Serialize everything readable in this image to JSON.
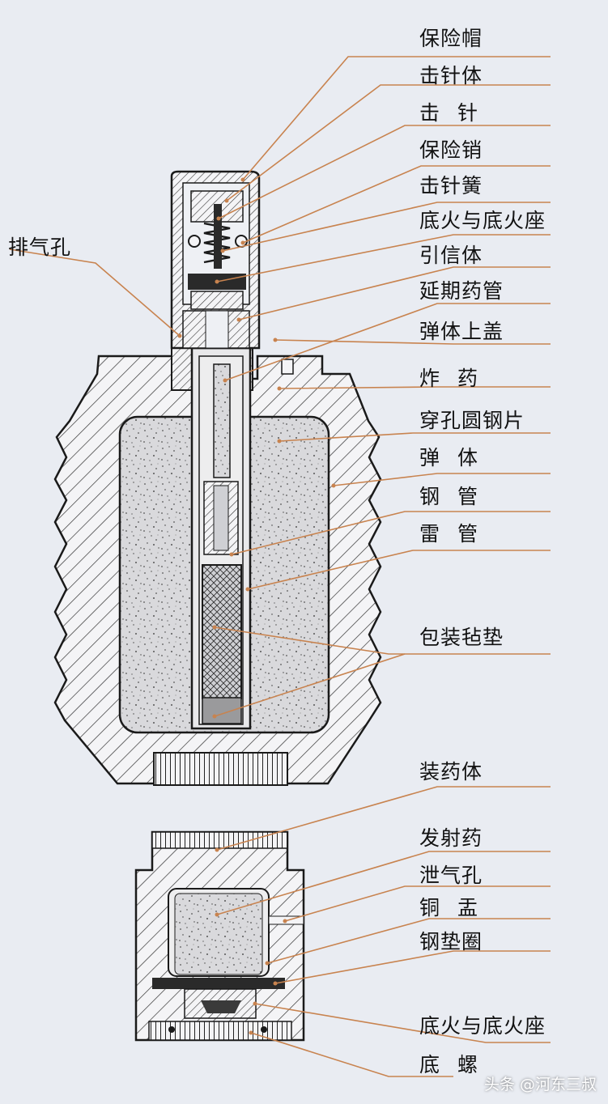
{
  "labels": {
    "baoxianmao": "保险帽",
    "jizhenti": "击针体",
    "jizhen": "击针",
    "baoxianxiao": "保险销",
    "jizhenhuang": "击针簧",
    "dihuo_top": "底火与底火座",
    "paiqikong": "排气孔",
    "yinxinti": "引信体",
    "yanqiyaoguan": "延期药管",
    "dantishanggai": "弹体上盖",
    "zhayao": "炸药",
    "chuankongyuangangpian": "穿孔圆钢片",
    "danti": "弹体",
    "gangguan": "钢管",
    "leiguan": "雷管",
    "baozhuangzhandian": "包装毡垫",
    "zhuangyaoti": "装药体",
    "fasheyao": "发射药",
    "xieqikong": "泄气孔",
    "tongyu": "铜盂",
    "gangdianquan": "钢垫圈",
    "dihuo_bottom": "底火与底火座",
    "diluo": "底螺"
  },
  "watermark": "头条 @河东三叔",
  "colors": {
    "background": "#e9ecf2",
    "leader": "#c8834f",
    "outline": "#1a1a1a",
    "hatch": "#333333"
  }
}
